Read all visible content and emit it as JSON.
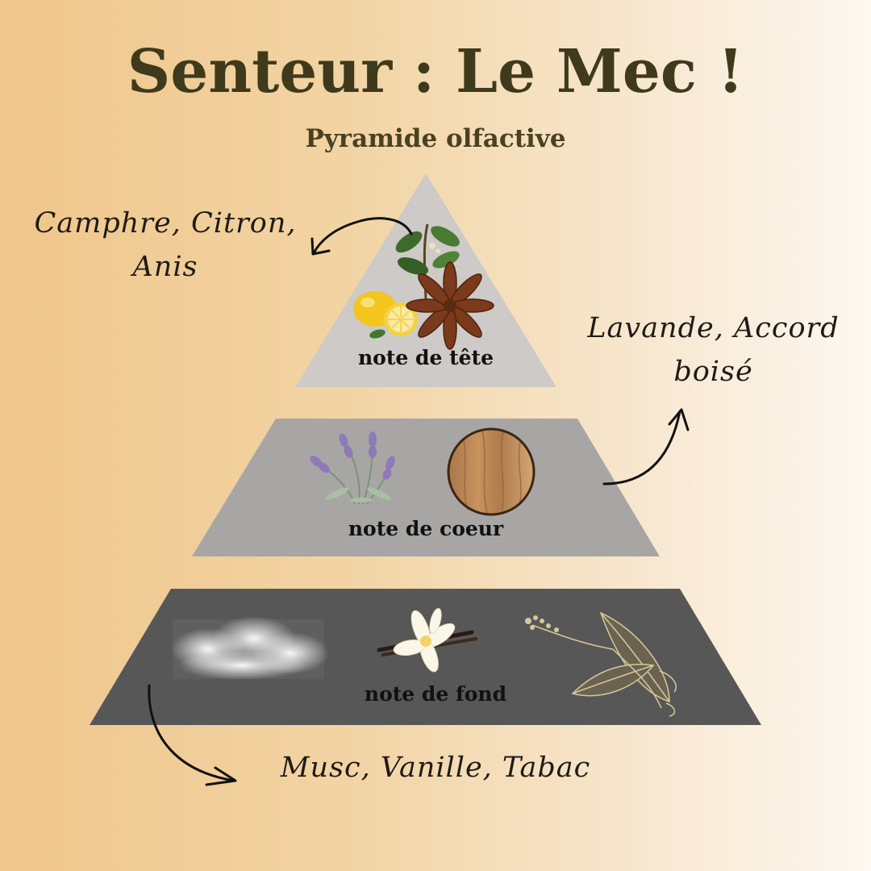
{
  "header": {
    "title": "Senteur : Le Mec !",
    "subtitle": "Pyramide olfactive"
  },
  "pyramid": {
    "top": {
      "label": "note de tête",
      "notes_line1": "Camphre, Citron,",
      "notes_line2": "Anis",
      "color": "#cdcac7",
      "icons": [
        "lemon-icon",
        "star-anise-icon",
        "camphor-leaf-icon"
      ]
    },
    "middle": {
      "label": "note de coeur",
      "notes_line1": "Lavande, Accord",
      "notes_line2": "boisé",
      "color": "#a7a6a5",
      "icons": [
        "lavender-icon",
        "wood-disc-icon"
      ]
    },
    "bottom": {
      "label": "note de fond",
      "notes": "Musc, Vanille, Tabac",
      "color": "#575757",
      "icons": [
        "smoke-cloud-icon",
        "vanilla-flower-icon",
        "tobacco-plant-icon"
      ]
    }
  }
}
